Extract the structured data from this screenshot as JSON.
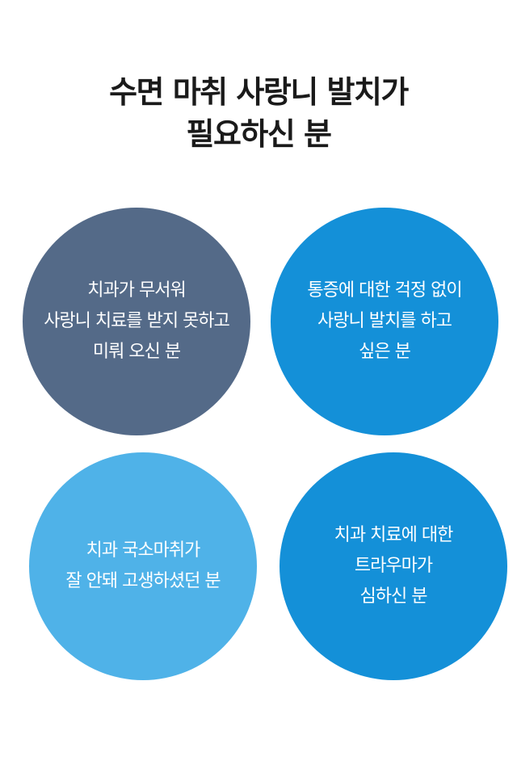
{
  "title": {
    "line1": "수면 마취 사랑니 발치가",
    "line2": "필요하신 분"
  },
  "colors": {
    "slate": "#546a88",
    "blue": "#1490d8",
    "light_blue": "#4fb2e8",
    "title_text": "#1a1a1a"
  },
  "circles": [
    {
      "color": "#546a88",
      "lines": [
        "치과가 무서워",
        "사랑니 치료를 받지 못하고",
        "미뤄 오신 분"
      ]
    },
    {
      "color": "#1490d8",
      "lines": [
        "통증에 대한 걱정 없이",
        "사랑니 발치를 하고",
        "싶은 분"
      ]
    },
    {
      "color": "#4fb2e8",
      "lines": [
        "치과 국소마취가",
        "잘 안돼 고생하셨던 분"
      ]
    },
    {
      "color": "#1490d8",
      "lines": [
        "치과 치료에 대한",
        "트라우마가",
        "심하신 분"
      ]
    }
  ]
}
